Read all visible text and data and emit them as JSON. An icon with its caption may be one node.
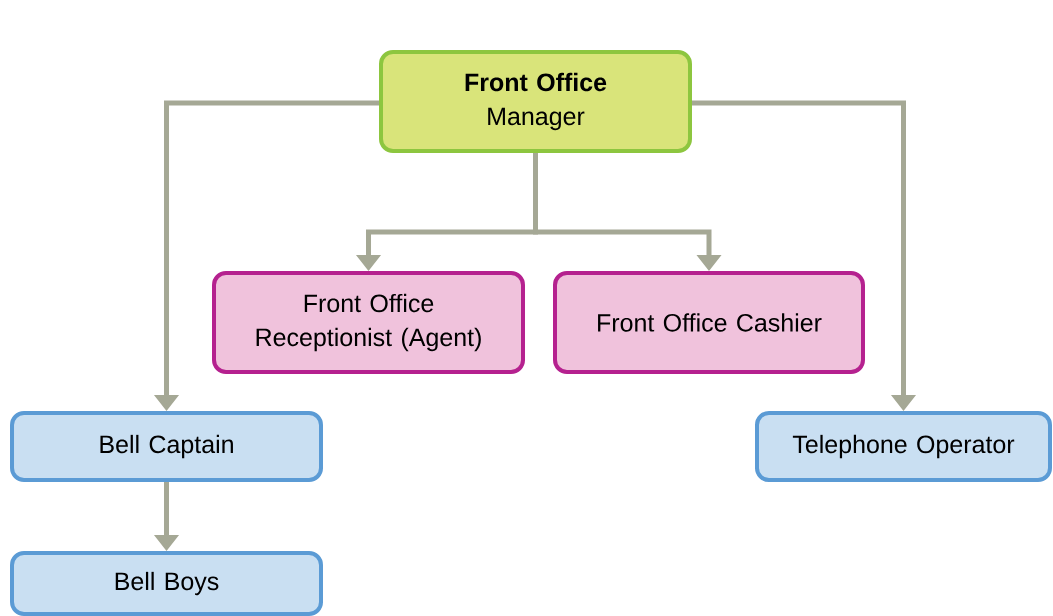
{
  "diagram": {
    "nodes": [
      {
        "text": [
          "Front Office",
          "Manager"
        ]
      },
      {
        "text": [
          "Front Office Receptionist (Agent)"
        ]
      },
      {
        "text": [
          "Front Office Cashier"
        ]
      },
      {
        "text": [
          "Bell Captain"
        ]
      },
      {
        "text": [
          "Telephone Operator"
        ]
      },
      {
        "text": [
          "Bell Boys"
        ]
      }
    ],
    "edges": [
      {
        "from": 0,
        "to": 3,
        "arrow": "to"
      },
      {
        "from": 0,
        "to": 1,
        "arrow": "to"
      },
      {
        "from": 0,
        "to": 2,
        "arrow": "to"
      },
      {
        "from": 0,
        "to": 4,
        "arrow": "to"
      },
      {
        "from": 3,
        "to": 5,
        "arrow": "to"
      }
    ]
  }
}
